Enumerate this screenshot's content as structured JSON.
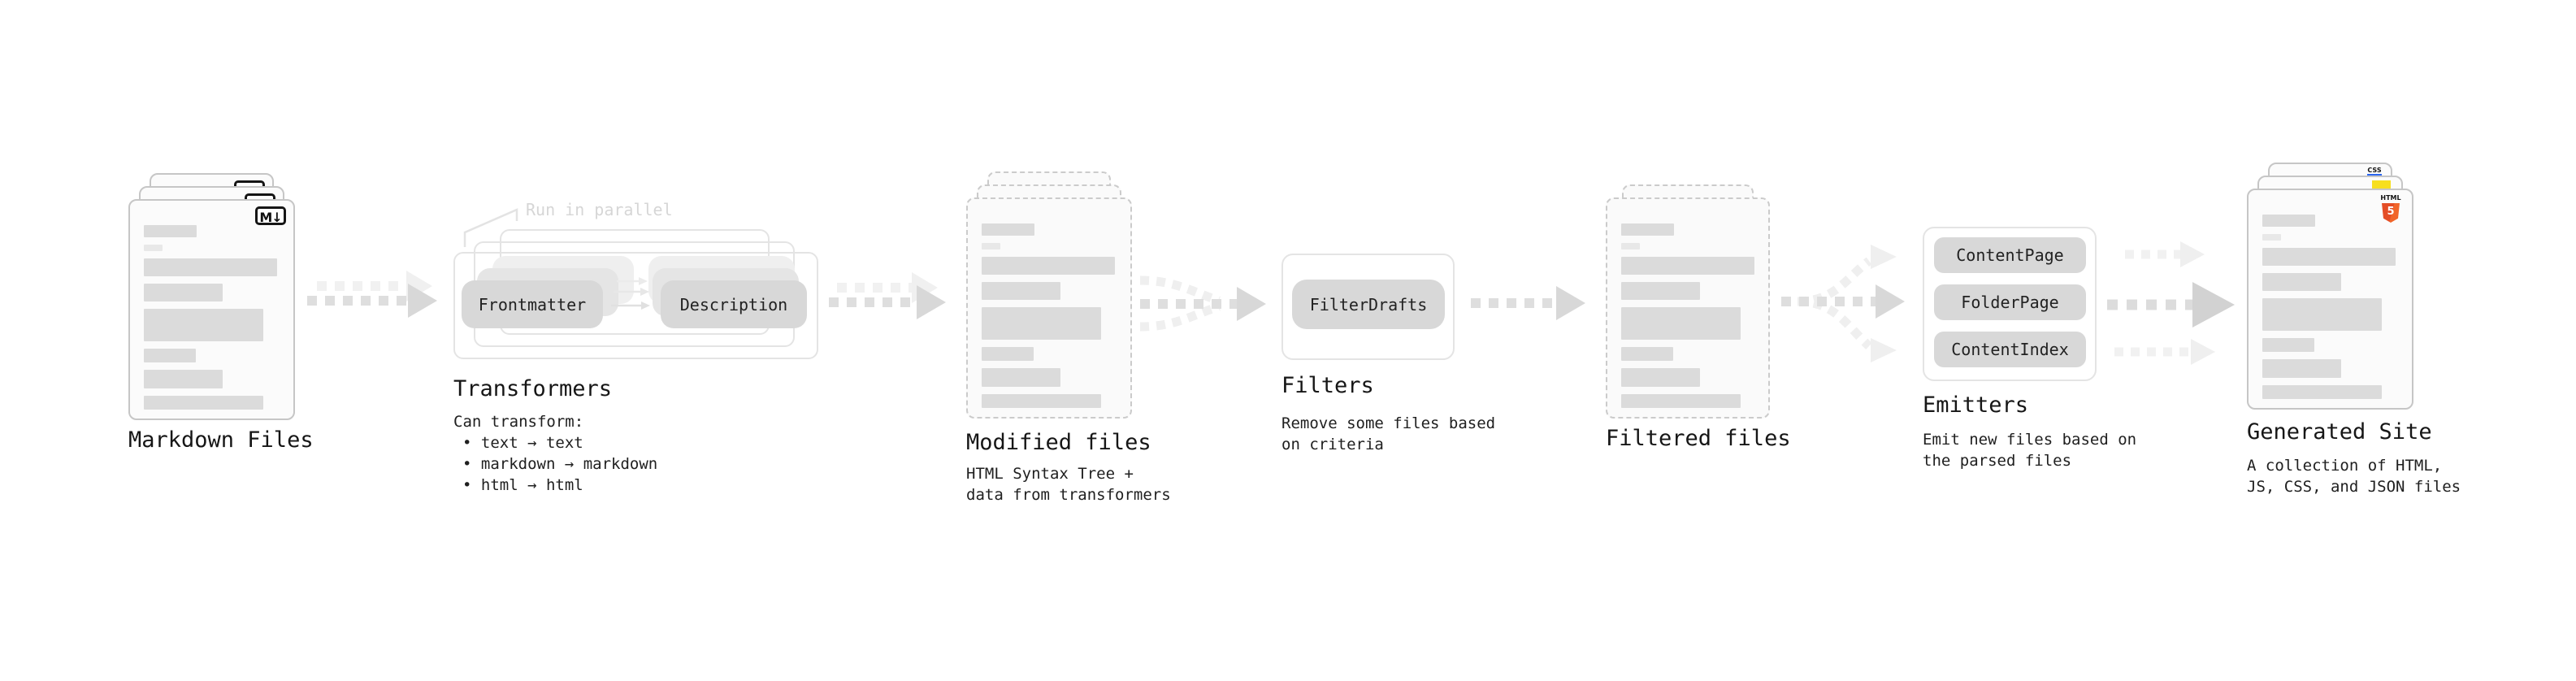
{
  "colors": {
    "js_yellow": "#f7df1e",
    "html_orange": "#e44d26",
    "html_orange_light": "#f16529",
    "css_blue": "#2965f1",
    "pill_gray": "#d8d8d8",
    "arrow_gray": "#dedede",
    "arrow_light": "#f1f1f1",
    "doc_border": "#c6c6c6",
    "text": "#1a1a1a",
    "callout_gray": "#d6d6d6"
  },
  "stages": {
    "markdown_files": {
      "title": "Markdown Files",
      "badge": "M↓"
    },
    "transformers": {
      "title": "Transformers",
      "callout": "Run in parallel",
      "pills": [
        "Frontmatter",
        "Description"
      ],
      "desc": "Can transform:",
      "bullets": [
        "• text → text",
        "• markdown → markdown",
        "• html → html"
      ]
    },
    "modified_files": {
      "title": "Modified files",
      "desc": "HTML Syntax Tree +\ndata from transformers"
    },
    "filters": {
      "title": "Filters",
      "pills": [
        "FilterDrafts"
      ],
      "desc": "Remove some files based\non criteria"
    },
    "filtered_files": {
      "title": "Filtered files"
    },
    "emitters": {
      "title": "Emitters",
      "pills": [
        "ContentPage",
        "FolderPage",
        "ContentIndex"
      ],
      "desc": "Emit new files based on\nthe parsed files"
    },
    "generated_site": {
      "title": "Generated Site",
      "desc": "A collection of HTML,\nJS, CSS, and JSON files",
      "badges": {
        "css": "CSS",
        "html": "HTML",
        "html_number": "5"
      }
    }
  }
}
